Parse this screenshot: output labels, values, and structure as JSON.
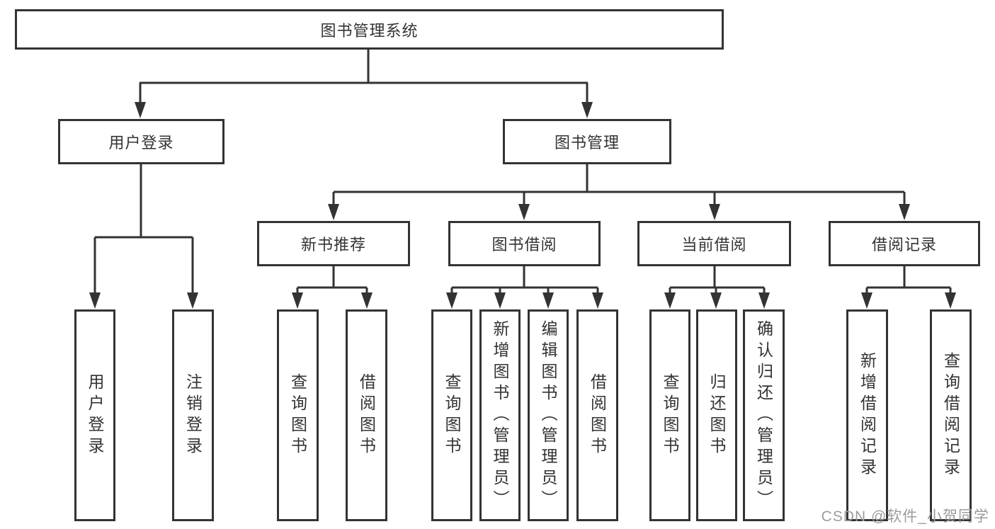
{
  "tree": {
    "root": {
      "label": "图书管理系统"
    },
    "children": [
      {
        "id": "user-login",
        "label": "用户登录",
        "children": [
          {
            "label": "用户登录"
          },
          {
            "label": "注销登录"
          }
        ]
      },
      {
        "id": "book-management",
        "label": "图书管理",
        "children": [
          {
            "id": "new-book-recommend",
            "label": "新书推荐",
            "children": [
              {
                "label": "查询图书"
              },
              {
                "label": "借阅图书"
              }
            ]
          },
          {
            "id": "book-borrowing",
            "label": "图书借阅",
            "children": [
              {
                "label": "查询图书"
              },
              {
                "label": "新增图书（管理员）"
              },
              {
                "label": "编辑图书（管理员）"
              },
              {
                "label": "借阅图书"
              }
            ]
          },
          {
            "id": "current-borrowing",
            "label": "当前借阅",
            "children": [
              {
                "label": "查询图书"
              },
              {
                "label": "归还图书"
              },
              {
                "label": "确认归还（管理员）"
              }
            ]
          },
          {
            "id": "borrow-records",
            "label": "借阅记录",
            "children": [
              {
                "label": "新增借阅记录"
              },
              {
                "label": "查询借阅记录"
              }
            ]
          }
        ]
      }
    ]
  },
  "watermark": {
    "text": "CSDN @软件_小贺同学"
  },
  "colors": {
    "line": "#333333",
    "text": "#333333",
    "box_background": "#ffffff",
    "watermark": "#9c9c9c"
  }
}
